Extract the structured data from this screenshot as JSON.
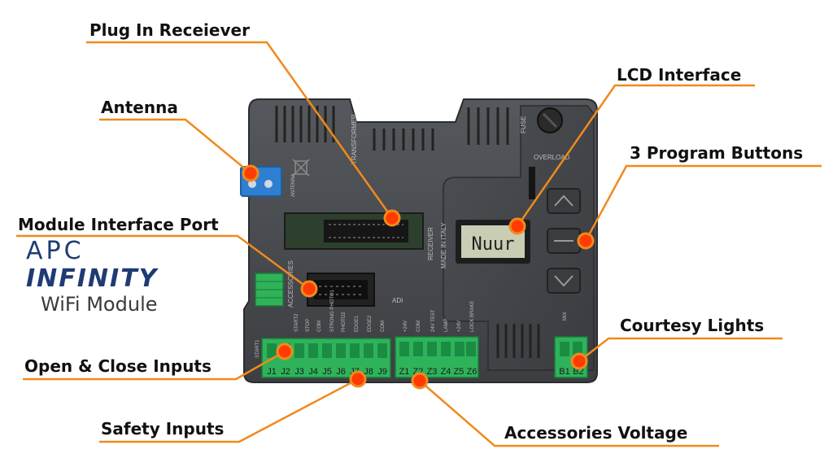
{
  "callouts": {
    "plug_in_receiver": "Plug In Receiever",
    "antenna": "Antenna",
    "module_interface_port": "Module Interface Port",
    "lcd_interface": "LCD Interface",
    "program_buttons": "3 Program Buttons",
    "courtesy_lights": "Courtesy Lights",
    "open_close_inputs": "Open & Close Inputs",
    "safety_inputs": "Safety Inputs",
    "accessories_voltage": "Accessories Voltage"
  },
  "brand": {
    "logo_part1": "APC",
    "logo_part2": "INFINITY",
    "subtitle": "WiFi Module"
  },
  "board": {
    "lcd_text": "Nuur",
    "transformer": "TRANSFORMER",
    "receiver": "RECEIVER",
    "made_in": "MADE IN ITALY",
    "fuse": "FUSE",
    "overload": "OVERLOAD",
    "antenna": "ANTENNA",
    "accessories": "ACCESSORIES",
    "brand_mark": "ADI",
    "mix": "MIX",
    "start1": "START1",
    "j_block_labels": [
      "START2",
      "STOP",
      "COM",
      "STRONG PHOTO1",
      "PHOTO2",
      "EDGE1",
      "EDGE2",
      "COM"
    ],
    "z_block_labels": [
      "+24V",
      "COM",
      "24V TEST",
      "LAMP",
      "+24V",
      "LOCK BRAKE"
    ],
    "j_terminals": [
      "J1",
      "J2",
      "J3",
      "J4",
      "J5",
      "J6",
      "J7",
      "J8",
      "J9"
    ],
    "z_terminals": [
      "Z1",
      "Z2",
      "Z3",
      "Z4",
      "Z5",
      "Z6"
    ],
    "b_terminals": [
      "B1",
      "B2"
    ]
  },
  "colors": {
    "callout_line": "#f08a1c",
    "marker_fill": "#ff3b00",
    "marker_ring": "#f08a1c",
    "board_body": "#45474b",
    "terminal_green": "#2fb35a",
    "lcd_bg": "#c8cdb3",
    "antenna_blue": "#2f7fd1",
    "brand_navy": "#1f3b73"
  },
  "icons": [
    "recycle-bin-crossed-icon",
    "fuse-cap-icon",
    "up-arrow-icon",
    "minus-icon",
    "down-arrow-icon"
  ]
}
